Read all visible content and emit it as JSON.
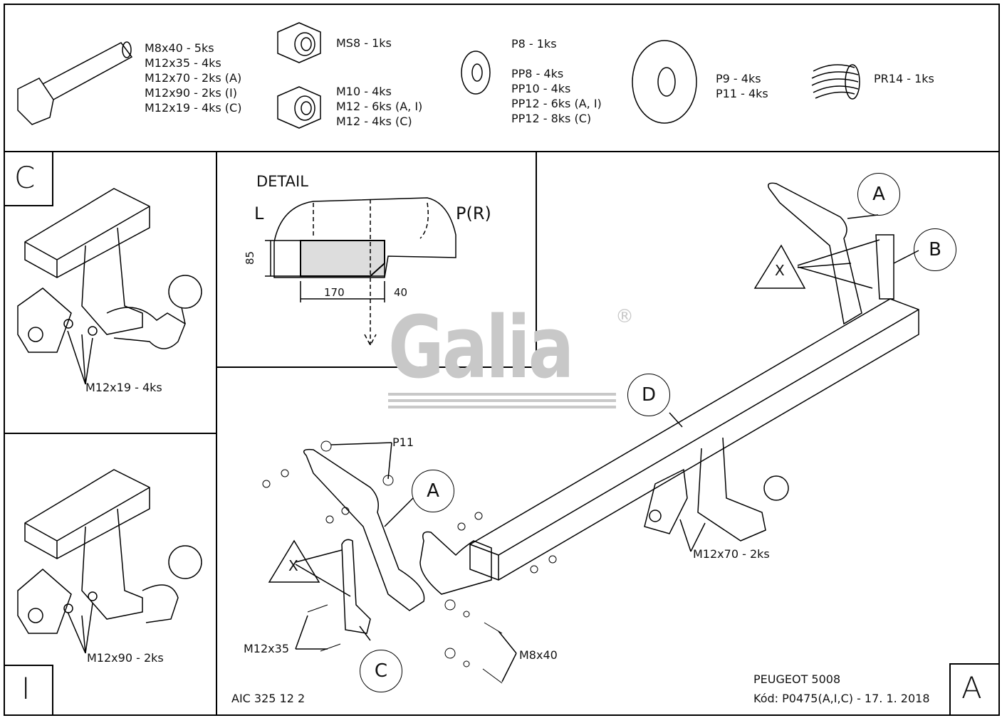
{
  "parts_list": {
    "bolts": [
      "M8x40 - 5ks",
      "M12x35 - 4ks",
      "M12x70 - 2ks (A)",
      "M12x90 - 2ks (I)",
      "M12x19 - 4ks (C)"
    ],
    "nut_ms8": "MS8 - 1ks",
    "nuts": [
      "M10 - 4ks",
      "M12 - 6ks (A, I)",
      "M12 - 4ks (C)"
    ],
    "washer_p8": "P8 - 1ks",
    "washers_pp": [
      "PP8 - 4ks",
      "PP10 - 4ks",
      "PP12 - 6ks (A, I)",
      "PP12 - 8ks (C)"
    ],
    "washers_p": [
      "P9 - 4ks",
      "P11 - 4ks"
    ],
    "spring": "PR14 - 1ks"
  },
  "panel_c": {
    "letter": "C",
    "bolt_label": "M12x19 - 4ks"
  },
  "panel_i": {
    "letter": "I",
    "bolt_label": "M12x90 - 2ks"
  },
  "detail": {
    "title": "DETAIL",
    "left": "L",
    "right": "P(R)",
    "height_dim": "85",
    "width_dim": "170",
    "offset_dim": "40"
  },
  "logo": {
    "text": "Galia",
    "registered": "®"
  },
  "main": {
    "letter": "A",
    "callouts": {
      "a_top": "A",
      "b": "B",
      "x_top": "X",
      "d": "D",
      "a_bottom": "A",
      "x_bottom": "X",
      "c": "C"
    },
    "labels": {
      "p11": "P11",
      "m12x70": "M12x70 - 2ks",
      "m12x35": "M12x35",
      "m8x40": "M8x40"
    }
  },
  "footer": {
    "doc_number": "AIC 325 12 2",
    "vehicle": "PEUGEOT 5008",
    "code": "Kód: P0475(A,I,C) - 17. 1. 2018"
  }
}
